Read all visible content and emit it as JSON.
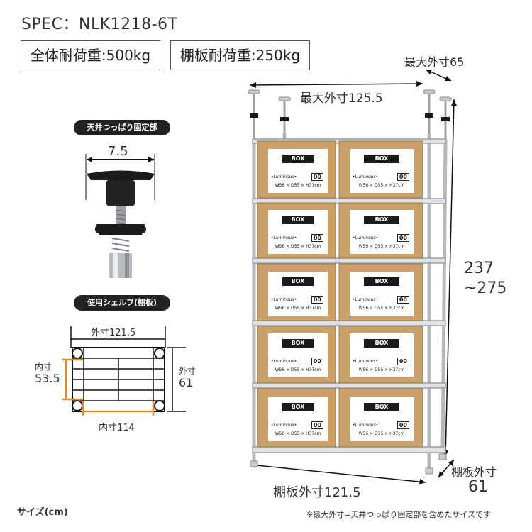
{
  "spec": {
    "title": "SPEC：NLK1218-6T",
    "load_total": "全体耐荷重:500kg",
    "load_shelf": "棚板耐荷重:250kg"
  },
  "ceiling_fix": {
    "label": "天井つっぱり固定部",
    "width": "7.5"
  },
  "shelf_plan": {
    "label": "使用シェルフ(棚板)",
    "outer_width": "外寸121.5",
    "inner_depth_label": "内寸",
    "inner_depth_value": "53.5",
    "outer_depth_label": "外寸",
    "outer_depth_value": "61",
    "inner_width": "内寸114"
  },
  "rack": {
    "max_depth": "最大外寸65",
    "max_width": "最大外寸125.5",
    "height_line1": "237",
    "height_line2": "~275",
    "shelf_depth_line1": "棚板外寸",
    "shelf_depth_line2": "61",
    "shelf_width": "棚板外寸121.5",
    "box_title": "BOX",
    "box_size": "W56 × D55 × H37cm",
    "box_brand": "•Luminous•",
    "box_num": "00"
  },
  "footer": {
    "unit": "サイズ(cm)",
    "note": "※最大外寸=天井つっぱり固定部を含めたサイズです"
  },
  "colors": {
    "accent_orange": "#e58a2a",
    "dim_black": "#111111",
    "cardboard": "#caa06b",
    "chrome": "#bfc3c7"
  }
}
